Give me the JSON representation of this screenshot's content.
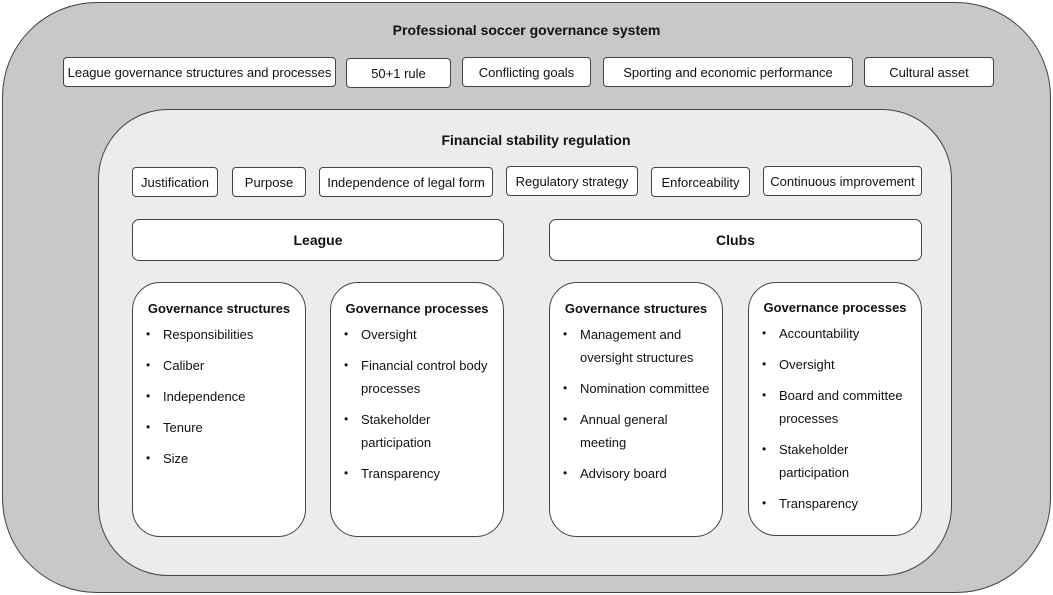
{
  "system": {
    "title": "Professional soccer governance system",
    "items": [
      "League governance structures and processes",
      "50+1 rule",
      "Conflicting goals",
      "Sporting and economic performance",
      "Cultural asset"
    ]
  },
  "regulation": {
    "title": "Financial stability regulation",
    "items": [
      "Justification",
      "Purpose",
      "Independence of legal form",
      "Regulatory strategy",
      "Enforceability",
      "Continuous improvement"
    ]
  },
  "league": {
    "title": "League",
    "structures": {
      "title": "Governance structures",
      "items": [
        "Responsibilities",
        "Caliber",
        "Independence",
        "Tenure",
        "Size"
      ]
    },
    "processes": {
      "title": "Governance processes",
      "items": [
        "Oversight",
        "Financial control body processes",
        "Stakeholder participation",
        "Transparency"
      ]
    }
  },
  "clubs": {
    "title": "Clubs",
    "structures": {
      "title": "Governance structures",
      "items": [
        "Management and oversight structures",
        "Nomination committee",
        "Annual general meeting",
        "Advisory board"
      ]
    },
    "processes": {
      "title": "Governance processes",
      "items": [
        "Accountability",
        "Oversight",
        "Board and committee processes",
        "Stakeholder participation",
        "Transparency"
      ]
    }
  }
}
